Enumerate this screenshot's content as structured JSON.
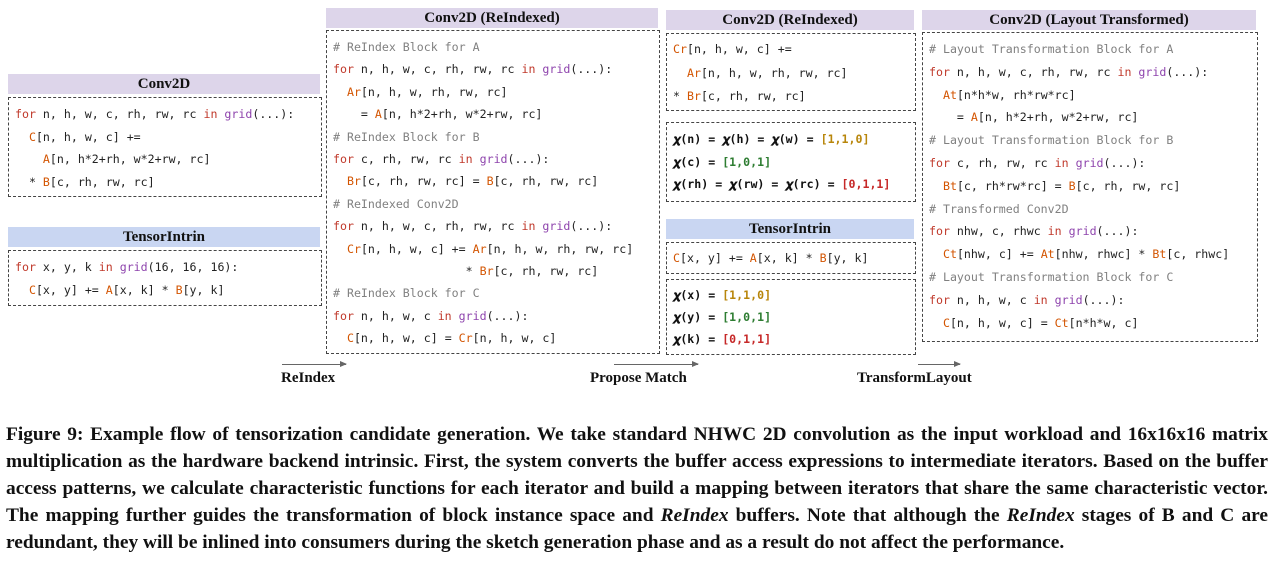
{
  "boxes": {
    "conv2d": {
      "title": "Conv2D",
      "lines": [
        [
          [
            "kw",
            "for "
          ],
          [
            "t",
            "n, h, w, c, rh, rw, rc "
          ],
          [
            "kw",
            "in "
          ],
          [
            "fn",
            "grid"
          ],
          [
            "t",
            "(...):"
          ]
        ],
        [
          [
            "t",
            "  "
          ],
          [
            "bf",
            "C"
          ],
          [
            "t",
            "[n, h, w, c] +="
          ]
        ],
        [
          [
            "t",
            "    "
          ],
          [
            "bf",
            "A"
          ],
          [
            "t",
            "[n, h*2+rh, w*2+rw, rc]"
          ]
        ],
        [
          [
            "t",
            "  * "
          ],
          [
            "bf",
            "B"
          ],
          [
            "t",
            "[c, rh, rw, rc]"
          ]
        ]
      ]
    },
    "tensorintrin1": {
      "title": "TensorIntrin",
      "lines": [
        [
          [
            "kw",
            "for "
          ],
          [
            "t",
            "x, y, k "
          ],
          [
            "kw",
            "in "
          ],
          [
            "fn",
            "grid"
          ],
          [
            "t",
            "(16, 16, 16):"
          ]
        ],
        [
          [
            "t",
            "  "
          ],
          [
            "bf",
            "C"
          ],
          [
            "t",
            "[x, y] += "
          ],
          [
            "bf",
            "A"
          ],
          [
            "t",
            "[x, k] * "
          ],
          [
            "bf",
            "B"
          ],
          [
            "t",
            "[y, k]"
          ]
        ]
      ]
    },
    "reindexed_big": {
      "title": "Conv2D (ReIndexed)",
      "lines": [
        [
          [
            "cm",
            "# ReIndex Block for A"
          ]
        ],
        [
          [
            "kw",
            "for "
          ],
          [
            "t",
            "n, h, w, c, rh, rw, rc "
          ],
          [
            "kw",
            "in "
          ],
          [
            "fn",
            "grid"
          ],
          [
            "t",
            "(...):"
          ]
        ],
        [
          [
            "t",
            "  "
          ],
          [
            "bf",
            "Ar"
          ],
          [
            "t",
            "[n, h, w, rh, rw, rc]"
          ]
        ],
        [
          [
            "t",
            "    = "
          ],
          [
            "bf",
            "A"
          ],
          [
            "t",
            "[n, h*2+rh, w*2+rw, rc]"
          ]
        ],
        [
          [
            "cm",
            "# ReIndex Block for B"
          ]
        ],
        [
          [
            "kw",
            "for "
          ],
          [
            "t",
            "c, rh, rw, rc "
          ],
          [
            "kw",
            "in "
          ],
          [
            "fn",
            "grid"
          ],
          [
            "t",
            "(...):"
          ]
        ],
        [
          [
            "t",
            "  "
          ],
          [
            "bf",
            "Br"
          ],
          [
            "t",
            "[c, rh, rw, rc] = "
          ],
          [
            "bf",
            "B"
          ],
          [
            "t",
            "[c, rh, rw, rc]"
          ]
        ],
        [
          [
            "cm",
            "# ReIndexed Conv2D"
          ]
        ],
        [
          [
            "kw",
            "for "
          ],
          [
            "t",
            "n, h, w, c, rh, rw, rc "
          ],
          [
            "kw",
            "in "
          ],
          [
            "fn",
            "grid"
          ],
          [
            "t",
            "(...):"
          ]
        ],
        [
          [
            "t",
            "  "
          ],
          [
            "bf",
            "Cr"
          ],
          [
            "t",
            "[n, h, w, c] += "
          ],
          [
            "bf",
            "Ar"
          ],
          [
            "t",
            "[n, h, w, rh, rw, rc]"
          ]
        ],
        [
          [
            "t",
            "                   * "
          ],
          [
            "bf",
            "Br"
          ],
          [
            "t",
            "[c, rh, rw, rc]"
          ]
        ],
        [
          [
            "cm",
            "# ReIndex Block for C"
          ]
        ],
        [
          [
            "kw",
            "for "
          ],
          [
            "t",
            "n, h, w, c "
          ],
          [
            "kw",
            "in "
          ],
          [
            "fn",
            "grid"
          ],
          [
            "t",
            "(...):"
          ]
        ],
        [
          [
            "t",
            "  "
          ],
          [
            "bf",
            "C"
          ],
          [
            "t",
            "[n, h, w, c] = "
          ],
          [
            "bf",
            "Cr"
          ],
          [
            "t",
            "[n, h, w, c]"
          ]
        ]
      ]
    },
    "reindexed_small": {
      "title": "Conv2D (ReIndexed)",
      "lines": [
        [
          [
            "bf",
            "Cr"
          ],
          [
            "t",
            "[n, h, w, c] +="
          ]
        ],
        [
          [
            "t",
            "  "
          ],
          [
            "bf",
            "Ar"
          ],
          [
            "t",
            "[n, h, w, rh, rw, rc]"
          ]
        ],
        [
          [
            "t",
            "* "
          ],
          [
            "bf",
            "Br"
          ],
          [
            "t",
            "[c, rh, rw, rc]"
          ]
        ]
      ]
    },
    "chi_conv": {
      "lines": [
        [
          [
            "chi",
            "𝝌(n) = 𝝌(h) = 𝝌(w) = "
          ],
          [
            "v1",
            "[1,1,0]"
          ]
        ],
        [
          [
            "chi",
            "𝝌(c) = "
          ],
          [
            "v2",
            "[1,0,1]"
          ]
        ],
        [
          [
            "chi",
            "𝝌(rh) = 𝝌(rw) = 𝝌(rc) = "
          ],
          [
            "v3",
            "[0,1,1]"
          ]
        ]
      ]
    },
    "tensorintrin2": {
      "title": "TensorIntrin",
      "lines": [
        [
          [
            "bf",
            "C"
          ],
          [
            "t",
            "[x, y] += "
          ],
          [
            "bf",
            "A"
          ],
          [
            "t",
            "[x, k] * "
          ],
          [
            "bf",
            "B"
          ],
          [
            "t",
            "[y, k]"
          ]
        ]
      ]
    },
    "chi_intrin": {
      "lines": [
        [
          [
            "chi",
            "𝝌(x) = "
          ],
          [
            "v1",
            "[1,1,0]"
          ]
        ],
        [
          [
            "chi",
            "𝝌(y) = "
          ],
          [
            "v2",
            "[1,0,1]"
          ]
        ],
        [
          [
            "chi",
            "𝝌(k) = "
          ],
          [
            "v3",
            "[0,1,1]"
          ]
        ]
      ]
    },
    "layout": {
      "title": "Conv2D (Layout Transformed)",
      "lines": [
        [
          [
            "cm",
            "# Layout Transformation Block for A"
          ]
        ],
        [
          [
            "kw",
            "for "
          ],
          [
            "t",
            "n, h, w, c, rh, rw, rc "
          ],
          [
            "kw",
            "in "
          ],
          [
            "fn",
            "grid"
          ],
          [
            "t",
            "(...):"
          ]
        ],
        [
          [
            "t",
            "  "
          ],
          [
            "bf",
            "At"
          ],
          [
            "t",
            "[n*h*w, rh*rw*rc]"
          ]
        ],
        [
          [
            "t",
            "    = "
          ],
          [
            "bf",
            "A"
          ],
          [
            "t",
            "[n, h*2+rh, w*2+rw, rc]"
          ]
        ],
        [
          [
            "cm",
            "# Layout Transformation Block for B"
          ]
        ],
        [
          [
            "kw",
            "for "
          ],
          [
            "t",
            "c, rh, rw, rc "
          ],
          [
            "kw",
            "in "
          ],
          [
            "fn",
            "grid"
          ],
          [
            "t",
            "(...):"
          ]
        ],
        [
          [
            "t",
            "  "
          ],
          [
            "bf",
            "Bt"
          ],
          [
            "t",
            "[c, rh*rw*rc] = "
          ],
          [
            "bf",
            "B"
          ],
          [
            "t",
            "[c, rh, rw, rc]"
          ]
        ],
        [
          [
            "cm",
            "# Transformed Conv2D"
          ]
        ],
        [
          [
            "kw",
            "for "
          ],
          [
            "t",
            "nhw, c, rhwc "
          ],
          [
            "kw",
            "in "
          ],
          [
            "fn",
            "grid"
          ],
          [
            "t",
            "(...):"
          ]
        ],
        [
          [
            "t",
            "  "
          ],
          [
            "bf",
            "Ct"
          ],
          [
            "t",
            "[nhw, c] += "
          ],
          [
            "bf",
            "At"
          ],
          [
            "t",
            "[nhw, rhwc] * "
          ],
          [
            "bf",
            "Bt"
          ],
          [
            "t",
            "[c, rhwc]"
          ]
        ],
        [
          [
            "cm",
            "# Layout Transformation Block for C"
          ]
        ],
        [
          [
            "kw",
            "for "
          ],
          [
            "t",
            "n, h, w, c "
          ],
          [
            "kw",
            "in "
          ],
          [
            "fn",
            "grid"
          ],
          [
            "t",
            "(...):"
          ]
        ],
        [
          [
            "t",
            "  "
          ],
          [
            "bf",
            "C"
          ],
          [
            "t",
            "[n, h, w, c] = "
          ],
          [
            "bf",
            "Ct"
          ],
          [
            "t",
            "[n*h*w, c]"
          ]
        ]
      ]
    }
  },
  "steps": {
    "reindex": "ReIndex",
    "propose_match": "Propose Match",
    "transform_layout": "TransformLayout"
  },
  "caption": {
    "p1": "Figure 9: Example flow of tensorization candidate generation. We take standard NHWC 2D convolution as the input workload and 16x16x16 matrix multiplication as the hardware backend intrinsic. First, the system converts the buffer access expressions to intermediate iterators. Based on the buffer access patterns, we calculate characteristic functions for each iterator and build a mapping between iterators that share the same characteristic vector. The mapping further guides the transformation of block instance space and ",
    "em1": "ReIndex",
    "p2": " buffers. Note that although the ",
    "em2": "ReIndex",
    "p3": " stages of B and C are redundant, they will be inlined into consumers during the sketch generation phase and as a result do not affect the performance."
  }
}
